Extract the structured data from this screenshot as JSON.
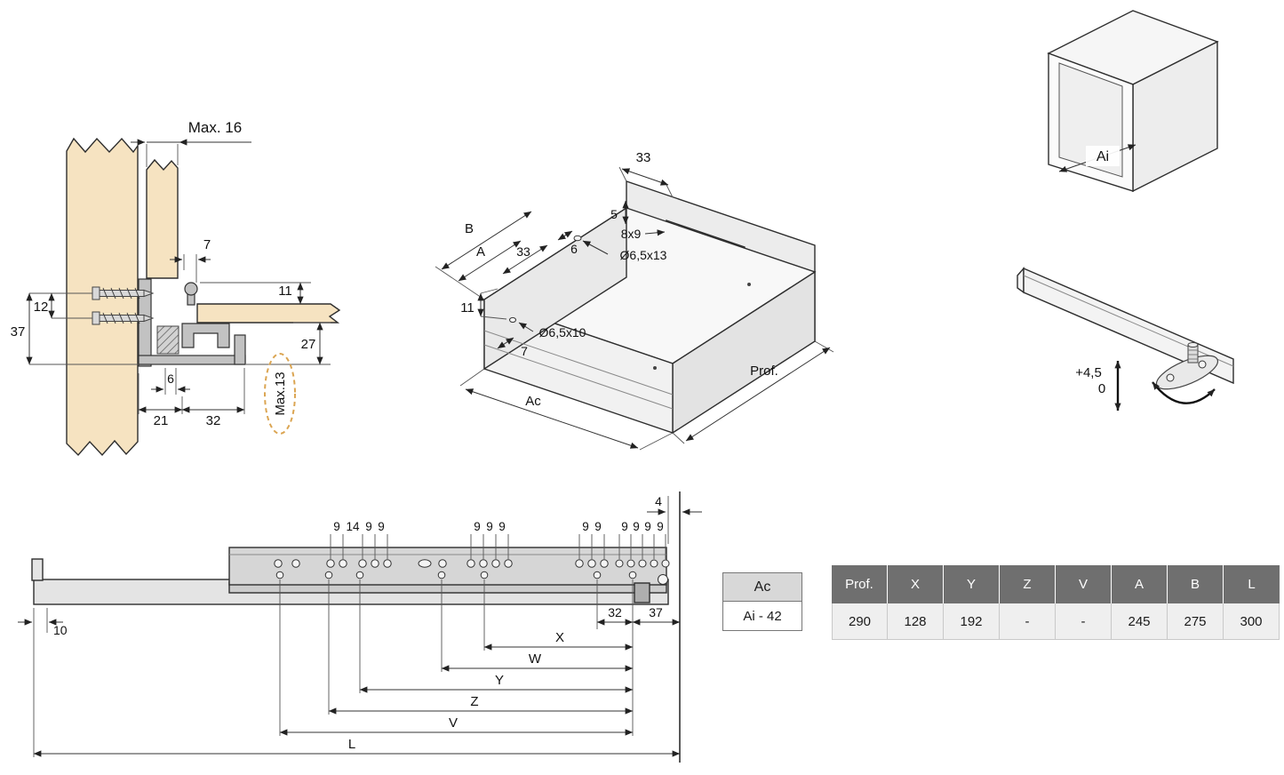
{
  "section_view": {
    "max16": "Max. 16",
    "d7": "7",
    "d11": "11",
    "d12": "12",
    "d37": "37",
    "d27": "27",
    "d6": "6",
    "d21": "21",
    "d32": "32",
    "max13": "Max.13"
  },
  "iso_view": {
    "d33_top": "33",
    "d5": "5",
    "slot": "8x9",
    "dB": "B",
    "dA": "A",
    "d33": "33",
    "d6": "6",
    "hole_top": "Ø6,5x13",
    "d11": "11",
    "hole_side": "Ø6,5x10",
    "d7": "7",
    "ac": "Ac",
    "prof": "Prof."
  },
  "cabinet": {
    "ai": "Ai"
  },
  "rail_detail": {
    "plus": "+4,5",
    "zero": "0"
  },
  "side_view": {
    "d4": "4",
    "group1": [
      "9",
      "14",
      "9",
      "9"
    ],
    "group2": [
      "9",
      "9",
      "9"
    ],
    "group3": [
      "9",
      "9"
    ],
    "group4": [
      "9",
      "9",
      "9",
      "9"
    ],
    "d10": "10",
    "d32": "32",
    "d37": "37",
    "dX": "X",
    "dW": "W",
    "dY": "Y",
    "dZ": "Z",
    "dV": "V",
    "dL": "L"
  },
  "ac_table": {
    "header": "Ac",
    "value": "Ai - 42"
  },
  "dim_table": {
    "headers": [
      "Prof.",
      "X",
      "Y",
      "Z",
      "V",
      "A",
      "B",
      "L"
    ],
    "values": [
      "290",
      "128",
      "192",
      "-",
      "-",
      "245",
      "275",
      "300"
    ]
  },
  "colors": {
    "wood_panel": "#f6e3c1",
    "highlight_dashed": "#dba552",
    "table_header_bg": "#6f6f6f",
    "rail_gray": "#d6d6d6"
  }
}
